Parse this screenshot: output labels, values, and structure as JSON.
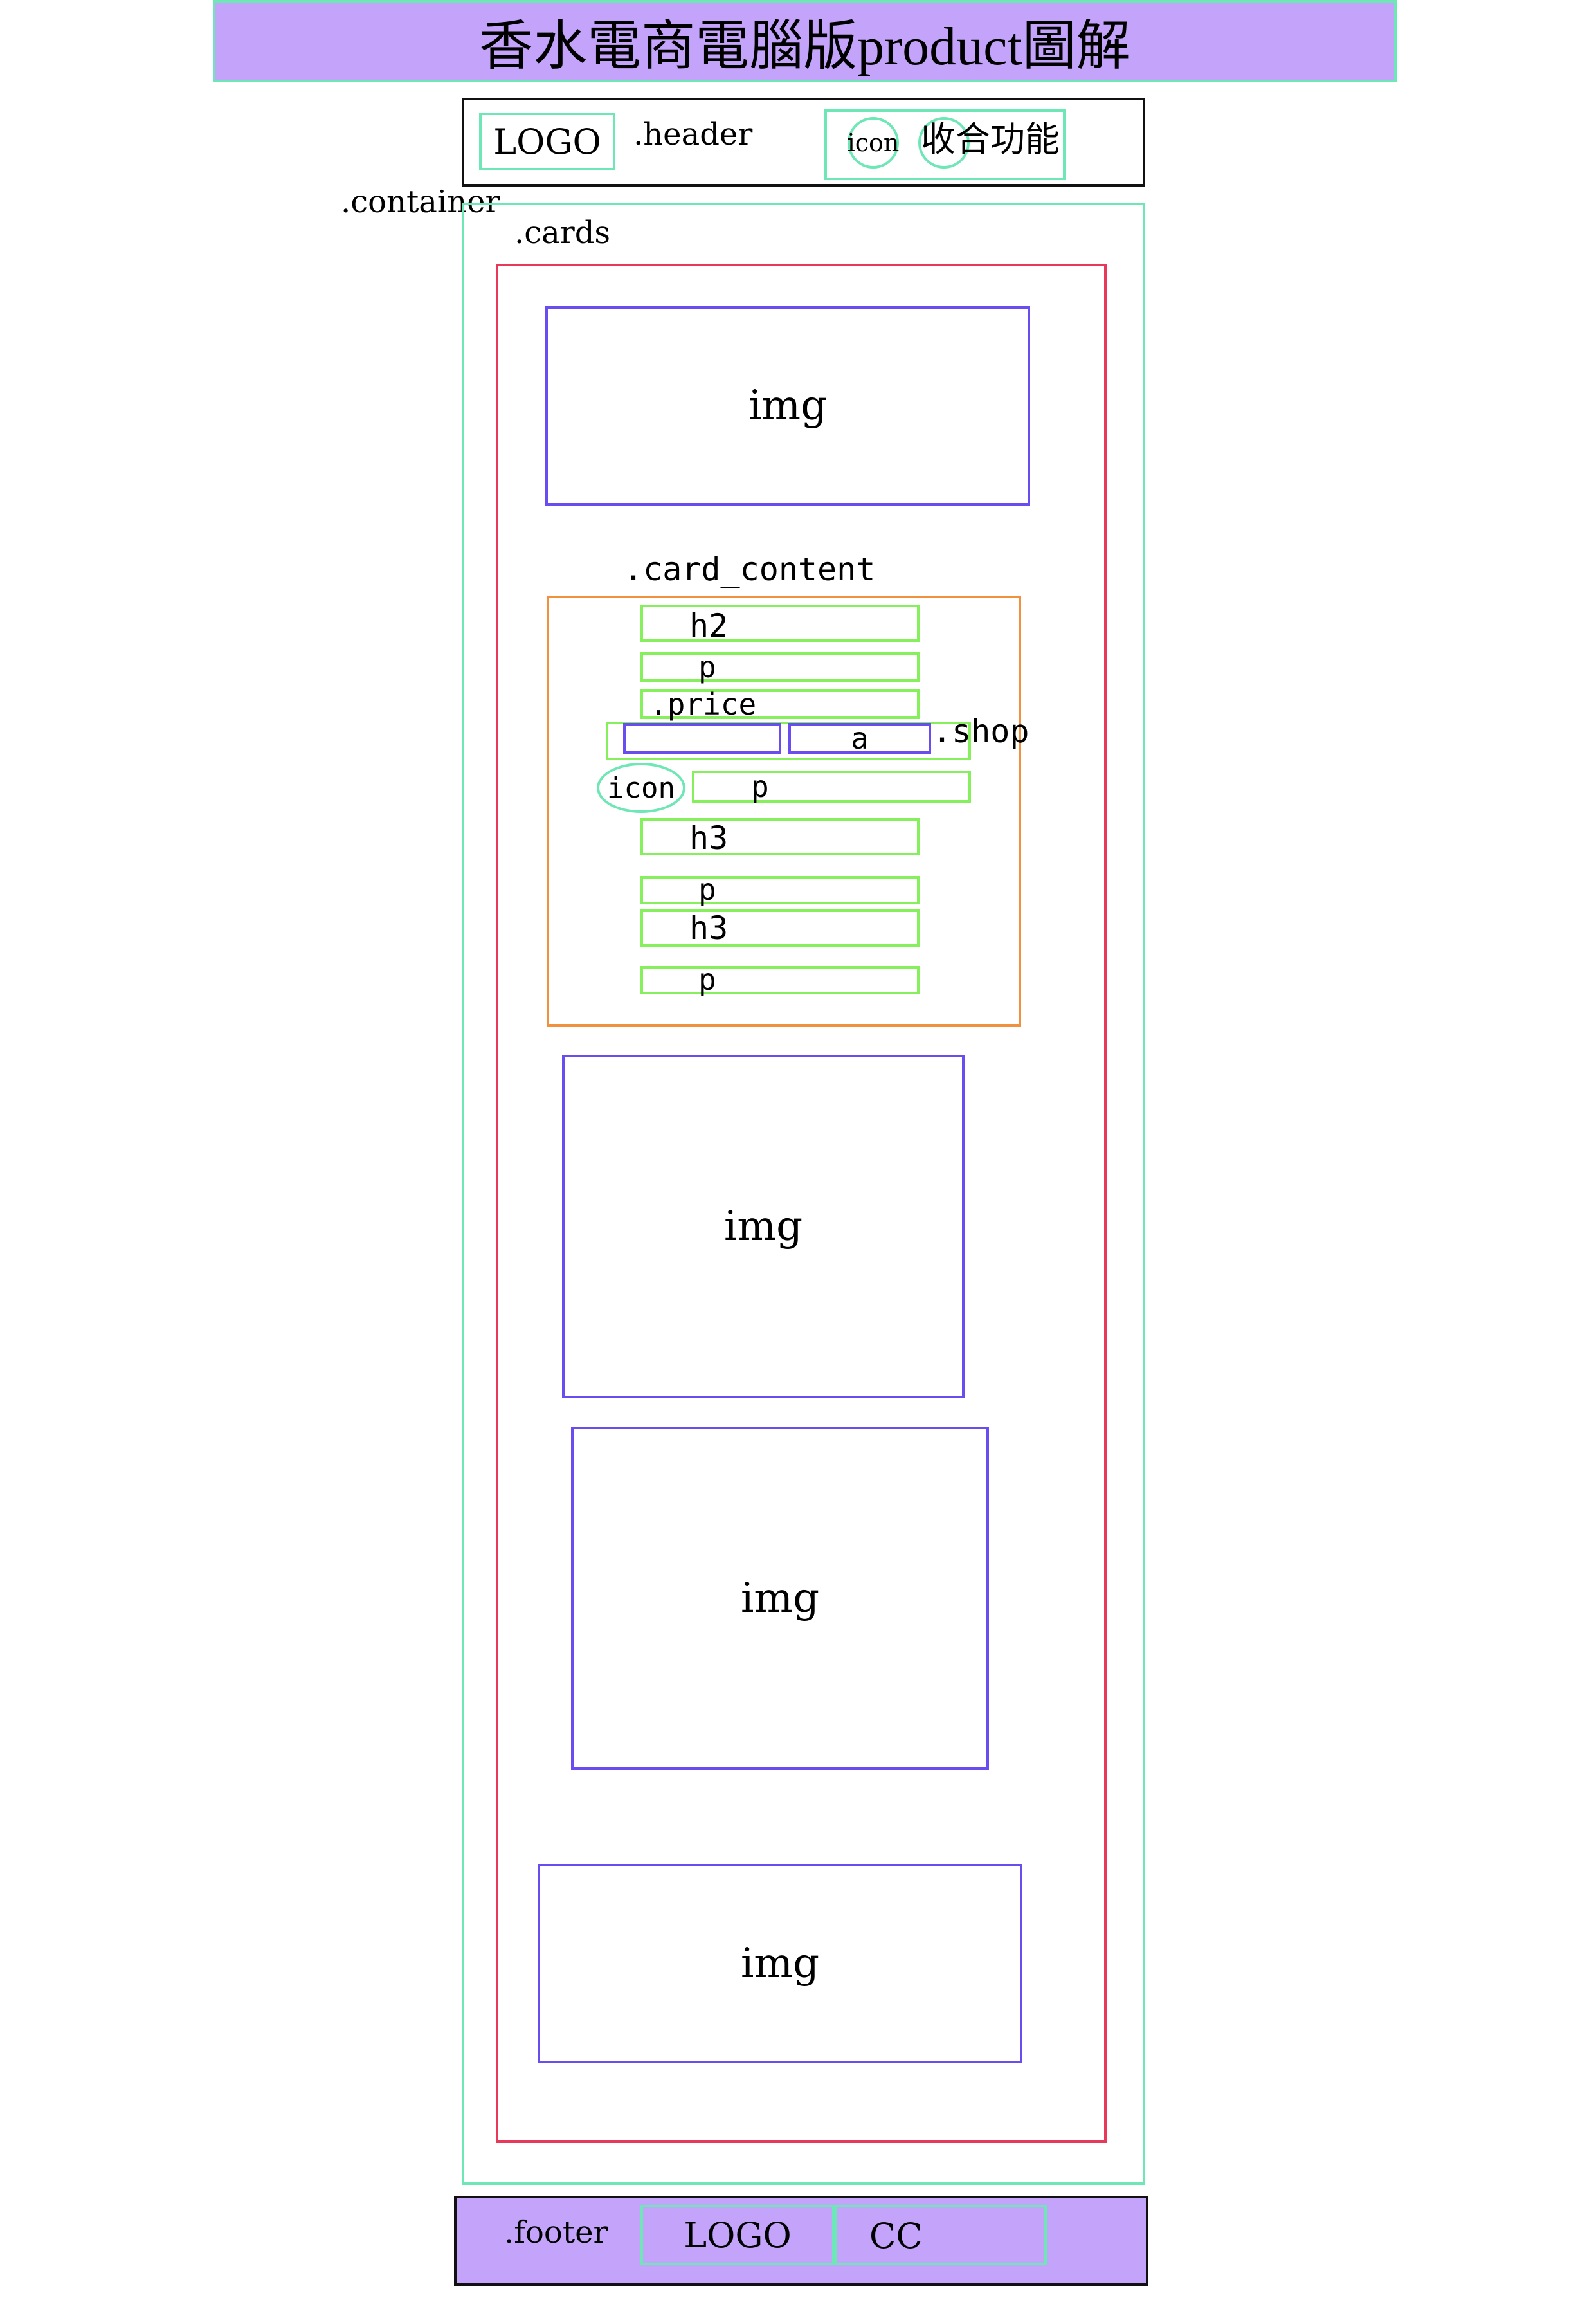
{
  "title": "香水電商電腦版product圖解",
  "header": {
    "label": ".header",
    "logo": "LOGO",
    "icon": "icon",
    "collapse": "收合功能"
  },
  "container": {
    "label": ".container"
  },
  "cards": {
    "label": ".cards"
  },
  "images": [
    "img",
    "img",
    "img",
    "img"
  ],
  "card_content": {
    "label": ".card_content",
    "h2": "h2",
    "p1": "p",
    "price": ".price",
    "shop_a": "a",
    "shop_label": ".shop",
    "icon": "icon",
    "p2": "p",
    "h3a": "h3",
    "p3": "p",
    "h3b": "h3",
    "p4": "p"
  },
  "footer": {
    "label": ".footer",
    "logo": "LOGO",
    "cc": "CC"
  },
  "colors": {
    "title_bg": "#c4a3fb",
    "footer_bg": "#c4a3fb",
    "mint": "#6ee7b7",
    "green": "#86ef5c",
    "blue": "#6a4df0",
    "red": "#e8395a",
    "orange": "#f2913d"
  }
}
